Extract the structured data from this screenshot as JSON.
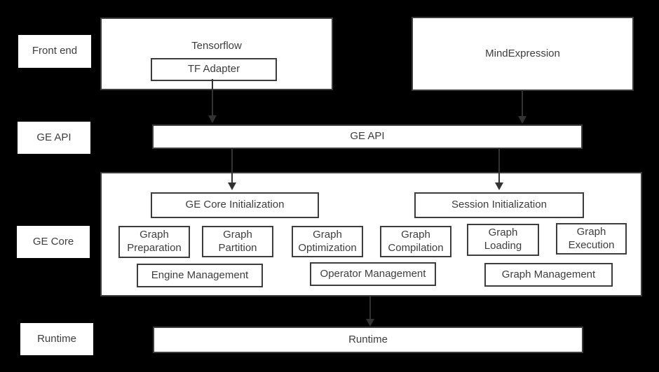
{
  "colors": {
    "background": "#000000",
    "box_fill": "#ffffff",
    "border": "#3d3d3d",
    "text": "#3d3d3d",
    "arrow": "#333333"
  },
  "layer_labels": [
    "Front end",
    "GE API",
    "GE Core",
    "Runtime"
  ],
  "front_end": {
    "tensorflow_label": "Tensorflow",
    "tf_adapter_label": "TF Adapter",
    "mindexpression_label": "MindExpression"
  },
  "ge_api": {
    "label": "GE API"
  },
  "ge_core": {
    "init_boxes": [
      "GE Core Initialization",
      "Session Initialization"
    ],
    "stage_boxes": [
      "Graph Preparation",
      "Graph Partition",
      "Graph Optimization",
      "Graph Compilation",
      "Graph Loading",
      "Graph Execution"
    ],
    "management_boxes": [
      "Engine Management",
      "Operator Management",
      "Graph Management"
    ]
  },
  "runtime": {
    "label": "Runtime"
  }
}
